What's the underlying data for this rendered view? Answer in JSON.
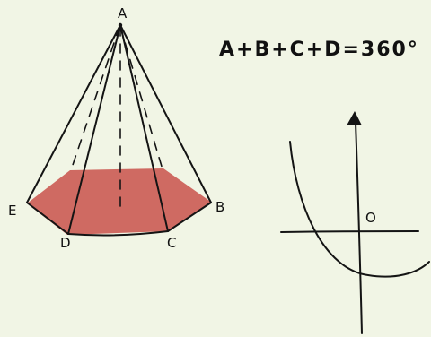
{
  "figure": {
    "vertex_labels": {
      "apex": "A",
      "b": "B",
      "c": "C",
      "d": "D",
      "e": "E"
    },
    "equation": "A+B+C+D=360°",
    "origin_label": "O",
    "colors": {
      "background": "#f1f5e5",
      "base_fill": "#cf6a62",
      "ink": "#141414"
    }
  }
}
